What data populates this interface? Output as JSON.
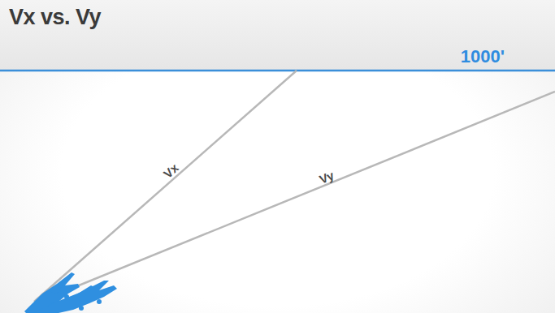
{
  "diagram": {
    "title": "Vx vs. Vy",
    "labels": [
      "1000'",
      "Vx",
      "Vy"
    ]
  }
}
